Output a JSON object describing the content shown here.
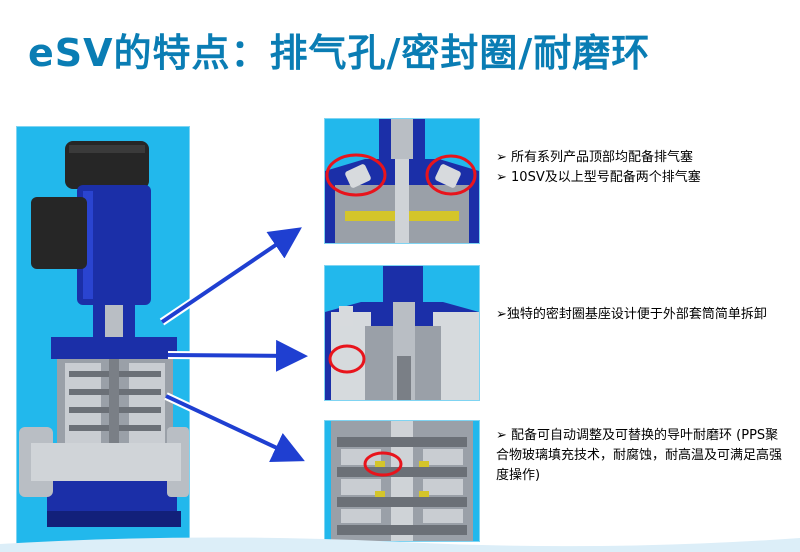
{
  "slide": {
    "title": "eSV的特点：排气孔/密封圈/耐磨环"
  },
  "colors": {
    "title": "#0a7db4",
    "panel_background": "#22b8ec",
    "arrow": "#1f3fd1",
    "highlight_circle": "#e8141c",
    "pump_body": "#1b2fa8"
  },
  "bullets": {
    "group1": [
      "➢ 所有系列产品顶部均配备排气塞",
      "➢ 10SV及以上型号配备两个排气塞"
    ],
    "group2": {
      "text": "➢独特的密封圈基座设计便于外部套筒简单拆卸"
    },
    "group3": {
      "text": "➢ 配备可自动调整及可替换的导叶耐磨环 (PPS聚合物玻璃填充技术，耐腐蚀，耐高温及可满足高强度操作)"
    }
  },
  "icons": {
    "arrows": [
      "arrow-right-icon",
      "arrow-right-icon",
      "arrow-right-icon"
    ]
  }
}
